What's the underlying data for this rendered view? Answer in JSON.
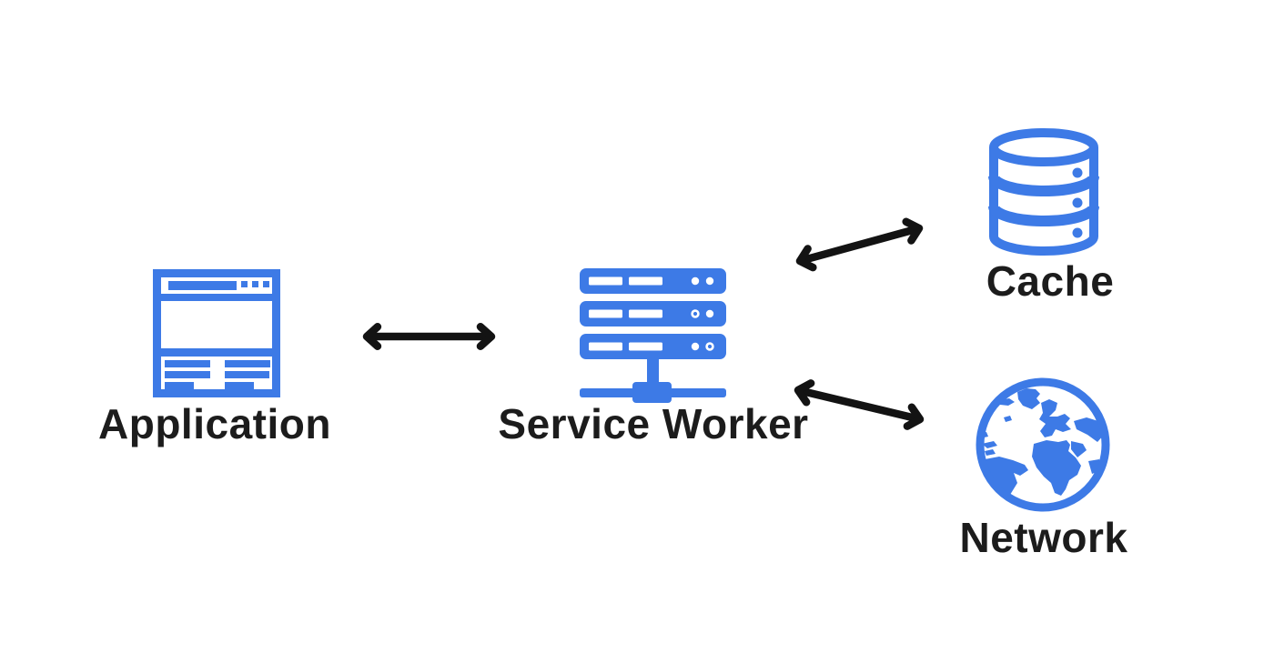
{
  "diagram": {
    "background": "#ffffff",
    "accent_color": "#3d7ae6",
    "arrow_color": "#131313",
    "text_color": "#1c1c1c"
  },
  "nodes": {
    "application": {
      "label": "Application",
      "icon": "browser-window-icon"
    },
    "service_worker": {
      "label": "Service Worker",
      "icon": "server-rack-icon"
    },
    "cache": {
      "label": "Cache",
      "icon": "database-cylinder-icon"
    },
    "network": {
      "label": "Network",
      "icon": "globe-icon"
    }
  },
  "connections": [
    {
      "from": "Application",
      "to": "Service Worker",
      "style": "double-headed-arrow"
    },
    {
      "from": "Service Worker",
      "to": "Cache",
      "style": "double-headed-arrow"
    },
    {
      "from": "Service Worker",
      "to": "Network",
      "style": "double-headed-arrow"
    }
  ]
}
